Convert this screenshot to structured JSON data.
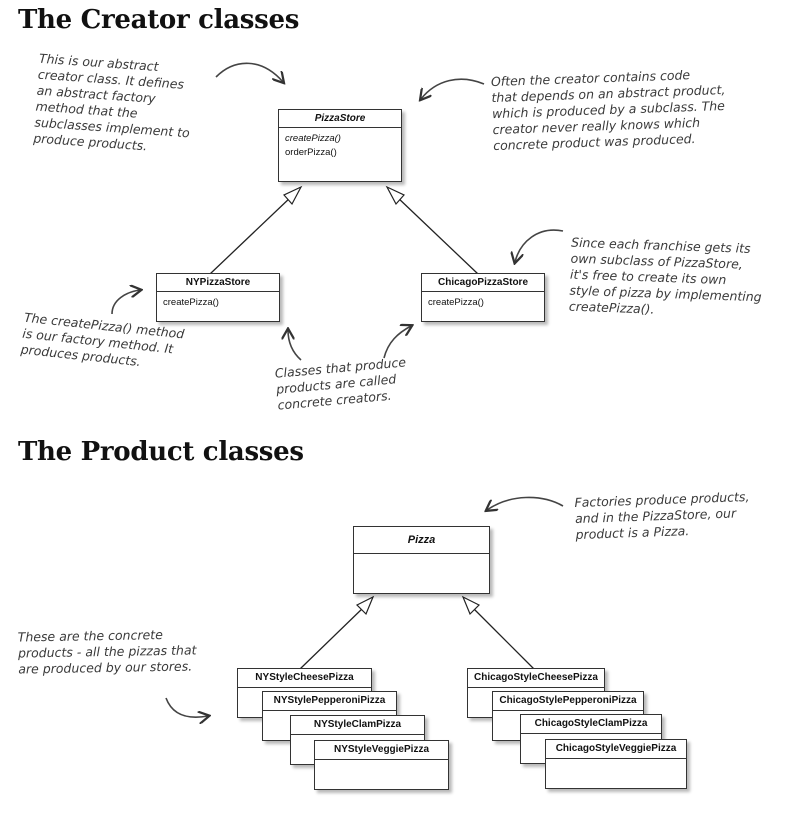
{
  "headings": {
    "creator": "The Creator classes",
    "product": "The Product classes"
  },
  "creator": {
    "abstract_class": {
      "name": "PizzaStore",
      "methods": [
        "createPizza()",
        "orderPizza()"
      ]
    },
    "concrete_classes": [
      {
        "name": "NYPizzaStore",
        "methods": [
          "createPizza()"
        ]
      },
      {
        "name": "ChicagoPizzaStore",
        "methods": [
          "createPizza()"
        ]
      }
    ],
    "notes": {
      "abstract_creator": [
        "This is our abstract",
        "creator class. It defines",
        "an abstract factory",
        "method that the",
        "subclasses implement to",
        "produce products."
      ],
      "creator_code": [
        "Often the creator contains code",
        "that depends on an abstract product,",
        "which is produced by a subclass. The",
        "creator never really knows which",
        "concrete product was produced."
      ],
      "franchise": [
        "Since each franchise gets its",
        "own subclass of PizzaStore,",
        "it's free to create its own",
        "style of pizza by implementing",
        "createPizza()."
      ],
      "factory_method": [
        "The createPizza() method",
        "is our factory method. It",
        "produces products."
      ],
      "concrete_creators": [
        "Classes that produce",
        "products are called",
        "concrete creators."
      ]
    }
  },
  "product": {
    "abstract_class": {
      "name": "Pizza"
    },
    "ny_products": [
      "NYStyleCheesePizza",
      "NYStylePepperoniPizza",
      "NYStyleClamPizza",
      "NYStyleVeggiePizza"
    ],
    "chicago_products": [
      "ChicagoStyleCheesePizza",
      "ChicagoStylePepperoniPizza",
      "ChicagoStyleClamPizza",
      "ChicagoStyleVeggiePizza"
    ],
    "notes": {
      "factories": [
        "Factories produce products,",
        "and in the PizzaStore, our",
        "product is a Pizza."
      ],
      "concrete_products": [
        "These are the concrete",
        "products - all the pizzas that",
        "are produced by our stores."
      ]
    }
  }
}
